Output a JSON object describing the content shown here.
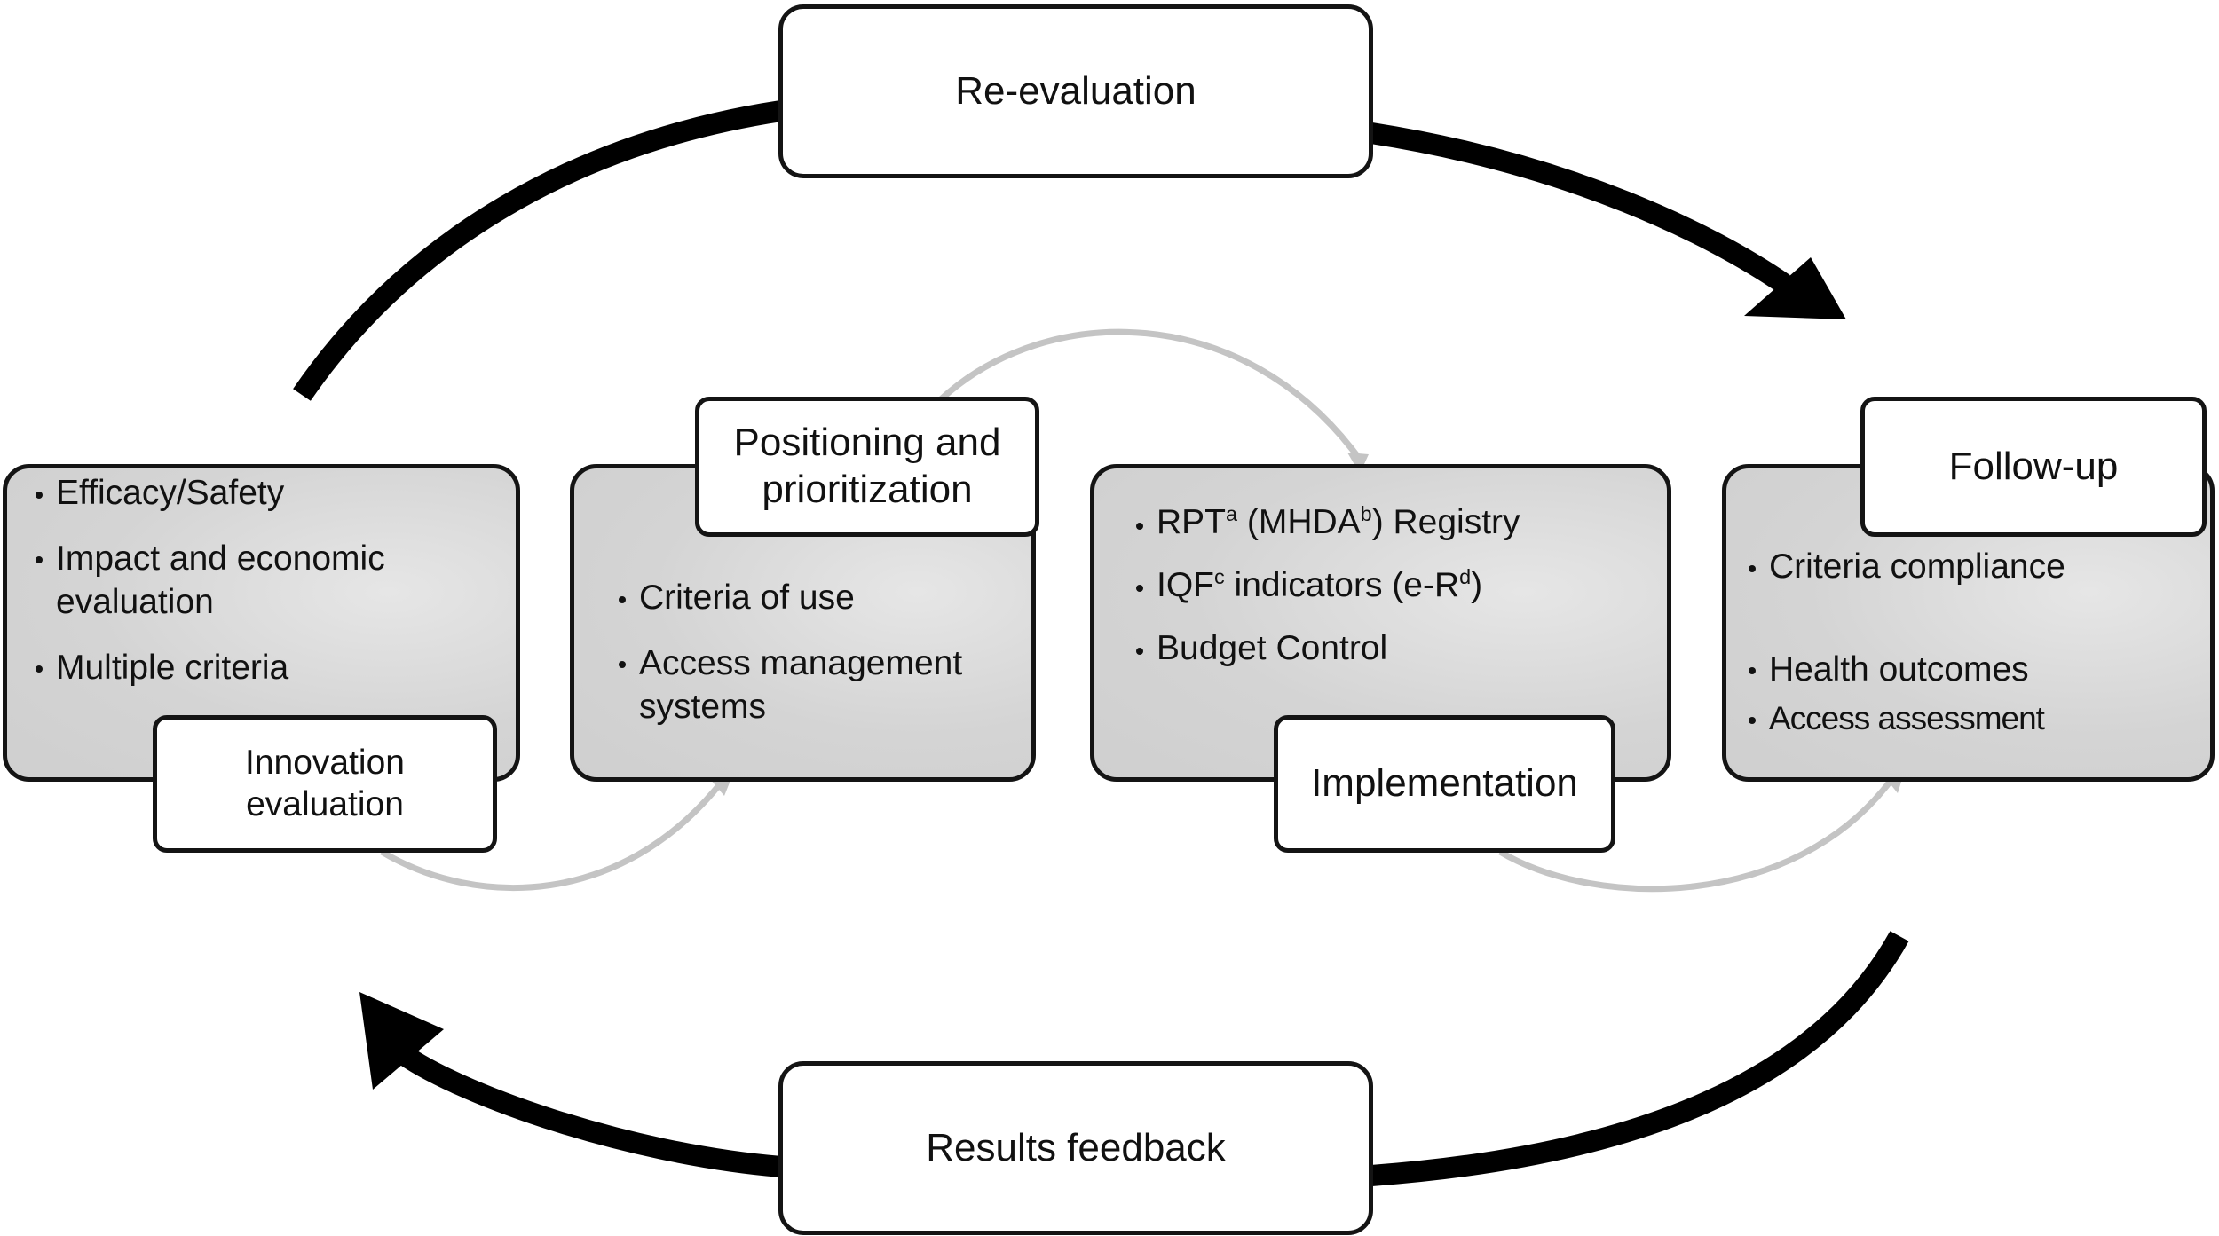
{
  "cycle": {
    "top_label": "Re-evaluation",
    "bottom_label": "Results feedback"
  },
  "stages": [
    {
      "label_lines": [
        "Innovation",
        "evaluation"
      ],
      "bullets": [
        "Efficacy/Safety",
        "Impact and economic evaluation",
        "Multiple criteria"
      ]
    },
    {
      "label_lines": [
        "Positioning and",
        "prioritization"
      ],
      "bullets": [
        "Criteria of use",
        "Access management systems"
      ]
    },
    {
      "label_lines": [
        "Implementation"
      ],
      "bullets": [
        {
          "parts": [
            "RPT",
            "a",
            " (MHDA",
            "b",
            ") Registry"
          ]
        },
        {
          "parts": [
            "IQF",
            "c",
            " indicators (e-R",
            "d",
            ")"
          ]
        },
        "Budget Control"
      ]
    },
    {
      "label_lines": [
        "Follow-up"
      ],
      "bullets": [
        "Criteria compliance",
        "Health outcomes",
        "Access assessment"
      ]
    }
  ]
}
